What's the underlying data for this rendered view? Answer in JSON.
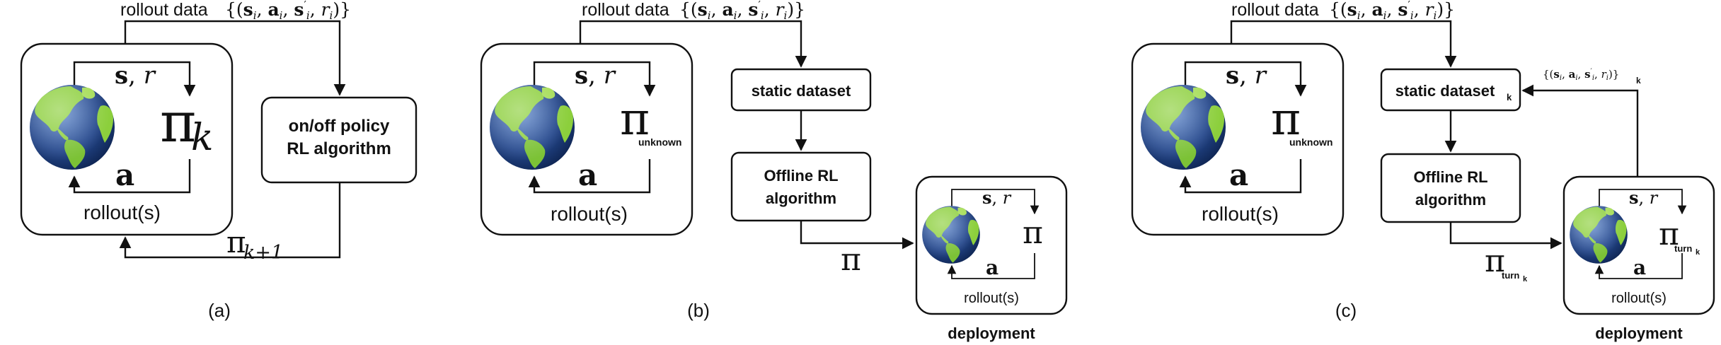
{
  "panel_a": {
    "caption": "(a)",
    "rollout_data_label": "rollout data",
    "rollout_data_set": "{(s_i, a_i, s'_i, r_i)}",
    "state_reward": "s, r",
    "policy": "π",
    "policy_sub": "k",
    "action": "a",
    "rollouts": "rollout(s)",
    "algo_line1": "on/off policy",
    "algo_line2": "RL algorithm",
    "next_policy": "π",
    "next_policy_sub": "k+1"
  },
  "panel_b": {
    "caption": "(b)",
    "rollout_data_label": "rollout data",
    "rollout_data_set": "{(s_i, a_i, s'_i, r_i)}",
    "state_reward": "s, r",
    "policy": "π",
    "policy_sub": "unknown",
    "action": "a",
    "rollouts": "rollout(s)",
    "static_dataset": "static dataset",
    "offline_line1": "Offline RL",
    "offline_line2": "algorithm",
    "output_policy": "π",
    "deploy_state_reward": "s, r",
    "deploy_policy": "π",
    "deploy_action": "a",
    "deploy_rollouts": "rollout(s)",
    "deployment": "deployment"
  },
  "panel_c": {
    "caption": "(c)",
    "rollout_data_label": "rollout data",
    "rollout_data_set": "{(s_i, a_i, s'_i, r_i)}",
    "state_reward": "s, r",
    "policy": "π",
    "policy_sub": "unknown",
    "action": "a",
    "rollouts": "rollout(s)",
    "static_dataset": "static dataset",
    "static_dataset_sub": "k",
    "feedback_set": "{(s_i, a_i, s'_i, r_i)}",
    "feedback_sub": "k",
    "offline_line1": "Offline RL",
    "offline_line2": "algorithm",
    "output_policy": "π",
    "output_policy_sub": "turn",
    "output_policy_subsub": "k",
    "deploy_state_reward": "s, r",
    "deploy_policy": "π",
    "deploy_policy_sub": "turn",
    "deploy_policy_subsub": "k",
    "deploy_action": "a",
    "deploy_rollouts": "rollout(s)",
    "deployment": "deployment"
  }
}
